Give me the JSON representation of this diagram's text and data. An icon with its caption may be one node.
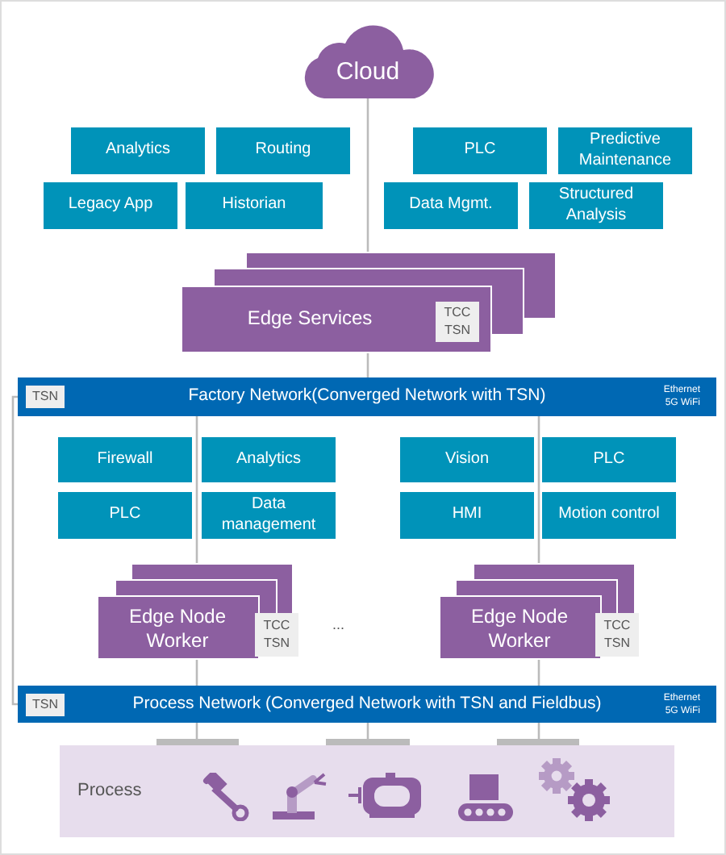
{
  "diagram": {
    "nodes": [
      {
        "text": [
          "Cloud"
        ]
      },
      {
        "text": [
          "Analytics"
        ]
      },
      {
        "text": [
          "Routing"
        ]
      },
      {
        "text": [
          "PLC"
        ]
      },
      {
        "text": [
          "Predictive Maintenance"
        ]
      },
      {
        "text": [
          "Legacy App"
        ]
      },
      {
        "text": [
          "Historian"
        ]
      },
      {
        "text": [
          "Data Mgmt."
        ]
      },
      {
        "text": [
          "Structured Analysis"
        ]
      },
      {
        "text": [
          "Edge Services"
        ]
      },
      {
        "text": [
          "TCC TSN"
        ],
        "in": 9
      },
      {
        "text": [
          "Factory Network(Converged Network with TSN)",
          "Ethernet 5G WiFi"
        ]
      },
      {
        "text": [
          "TSN"
        ],
        "in": 11
      },
      {
        "text": [
          "Firewall"
        ]
      },
      {
        "text": [
          "Analytics"
        ]
      },
      {
        "text": [
          "Vision"
        ]
      },
      {
        "text": [
          "PLC"
        ]
      },
      {
        "text": [
          "PLC"
        ]
      },
      {
        "text": [
          "Data management"
        ]
      },
      {
        "text": [
          "HMI"
        ]
      },
      {
        "text": [
          "Motion control"
        ]
      },
      {
        "text": [
          "Edge Node Worker"
        ]
      },
      {
        "text": [
          "TCC TSN"
        ]
      },
      {
        "text": [
          "Edge Node Worker"
        ]
      },
      {
        "text": [
          "TCC TSN"
        ]
      },
      {
        "text": [
          "Process Network (Converged Network with TSN and Fieldbus)",
          "Ethernet 5G WiFi"
        ]
      },
      {
        "text": [
          "TSN"
        ],
        "in": 25
      },
      {
        "text": [
          "Process"
        ]
      }
    ],
    "edges": [
      {
        "from": 0,
        "to": 9,
        "arrow": "none"
      },
      {
        "from": 9,
        "to": 11,
        "arrow": "none"
      },
      {
        "from": 11,
        "to": 21,
        "arrow": "none"
      },
      {
        "from": 11,
        "to": 23,
        "arrow": "none"
      },
      {
        "from": 21,
        "to": 25,
        "arrow": "none"
      },
      {
        "from": 23,
        "to": 25,
        "arrow": "none"
      },
      {
        "from": 25,
        "to": 27,
        "arrow": "none"
      },
      {
        "from": 25,
        "to": 27,
        "arrow": "none"
      },
      {
        "from": 25,
        "to": 27,
        "arrow": "none"
      },
      {
        "from": 11,
        "to": 25,
        "arrow": "none"
      }
    ],
    "labels": [
      "..."
    ]
  }
}
